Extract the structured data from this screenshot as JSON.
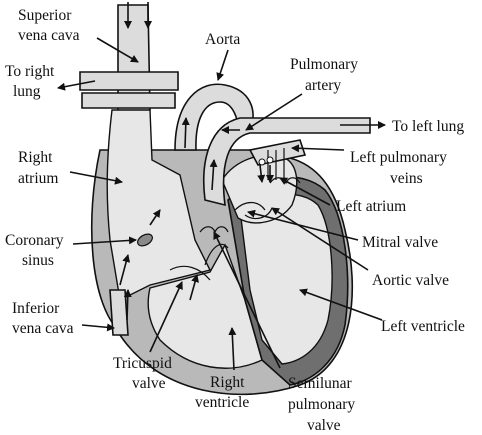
{
  "labels": {
    "superior_vena_cava": [
      "Superior",
      "vena cava"
    ],
    "aorta": "Aorta",
    "pulmonary_artery": [
      "Pulmonary",
      "artery"
    ],
    "to_right_lung": [
      "To right",
      "lung"
    ],
    "to_left_lung": "To left lung",
    "left_pulmonary_veins": [
      "Left pulmonary",
      "veins"
    ],
    "right_atrium": [
      "Right",
      "atrium"
    ],
    "left_atrium": "Left atrium",
    "coronary_sinus": [
      "Coronary",
      "sinus"
    ],
    "mitral_valve": "Mitral valve",
    "aortic_valve": "Aortic valve",
    "inferior_vena_cava": [
      "Inferior",
      "vena cava"
    ],
    "left_ventricle": "Left ventricle",
    "tricuspid_valve": [
      "Tricuspid",
      "valve"
    ],
    "right_ventricle": [
      "Right",
      "ventricle"
    ],
    "semilunar_pulmonary_valve": [
      "Semilunar",
      "pulmonary",
      "valve"
    ]
  }
}
